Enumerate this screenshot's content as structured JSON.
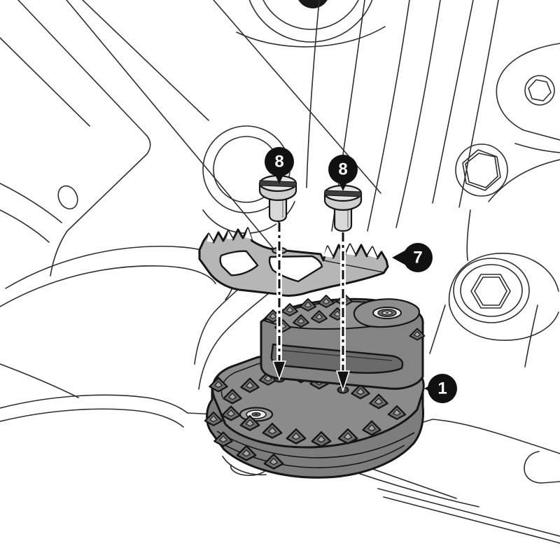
{
  "diagram": {
    "type": "exploded-assembly-illustration",
    "subject": "motorcycle-footpeg-installation",
    "callouts": [
      {
        "label": "8"
      },
      {
        "label": "8"
      },
      {
        "label": "7"
      },
      {
        "label": "1"
      }
    ],
    "parts": [
      {
        "name": "footpeg-body",
        "callout": "1"
      },
      {
        "name": "serrated-traction-plate",
        "callout": "7"
      },
      {
        "name": "slotted-screw-left",
        "callout": "8"
      },
      {
        "name": "slotted-screw-right",
        "callout": "8"
      }
    ],
    "colors": {
      "background": "#ffffff",
      "line_art": "#2e2e2e",
      "part_outline": "#161616",
      "callout_fill": "#111111",
      "callout_text": "#ffffff",
      "plate_gray": "#b6b6b6",
      "footpeg_gray": "#868686",
      "screw_gray": "#dfdfdf"
    }
  }
}
